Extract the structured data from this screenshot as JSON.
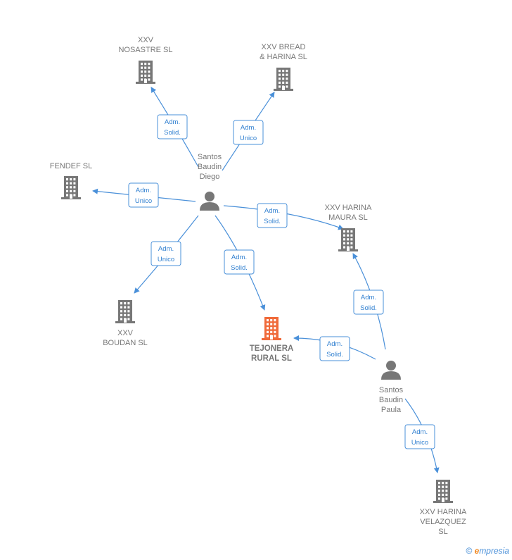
{
  "companies": [
    {
      "id": "nosastre",
      "label": [
        "XXV",
        "NOSASTRE SL"
      ],
      "main": false
    },
    {
      "id": "bread",
      "label": [
        "XXV BREAD",
        "& HARINA  SL"
      ],
      "main": false
    },
    {
      "id": "fendef",
      "label": [
        "FENDEF  SL"
      ],
      "main": false
    },
    {
      "id": "maura",
      "label": [
        "XXV HARINA",
        "MAURA  SL"
      ],
      "main": false
    },
    {
      "id": "boudan",
      "label": [
        "XXV",
        "BOUDAN SL"
      ],
      "main": false
    },
    {
      "id": "tejonera",
      "label": [
        "TEJONERA",
        "RURAL  SL"
      ],
      "main": true
    },
    {
      "id": "velazquez",
      "label": [
        "XXV HARINA",
        "VELAZQUEZ",
        "SL"
      ],
      "main": false
    }
  ],
  "persons": [
    {
      "id": "diego",
      "label": [
        "Santos",
        "Baudin",
        "Diego"
      ]
    },
    {
      "id": "paula",
      "label": [
        "Santos",
        "Baudin",
        "Paula"
      ]
    }
  ],
  "relations": [
    {
      "from": "diego",
      "to": "nosastre",
      "label": [
        "Adm.",
        "Solid."
      ]
    },
    {
      "from": "diego",
      "to": "bread",
      "label": [
        "Adm.",
        "Unico"
      ]
    },
    {
      "from": "diego",
      "to": "fendef",
      "label": [
        "Adm.",
        "Unico"
      ]
    },
    {
      "from": "diego",
      "to": "maura",
      "label": [
        "Adm.",
        "Solid."
      ]
    },
    {
      "from": "diego",
      "to": "boudan",
      "label": [
        "Adm.",
        "Unico"
      ]
    },
    {
      "from": "diego",
      "to": "tejonera",
      "label": [
        "Adm.",
        "Solid."
      ]
    },
    {
      "from": "paula",
      "to": "maura",
      "label": [
        "Adm.",
        "Solid."
      ]
    },
    {
      "from": "paula",
      "to": "tejonera",
      "label": [
        "Adm.",
        "Solid."
      ]
    },
    {
      "from": "paula",
      "to": "velazquez",
      "label": [
        "Adm.",
        "Unico"
      ]
    }
  ],
  "colors": {
    "company": "#777777",
    "company_main": "#f06a3a",
    "person": "#777777",
    "edge": "#4a90d9"
  },
  "footer": {
    "copyright": "©",
    "brand_e": "e",
    "brand_rest": "mpresia"
  }
}
